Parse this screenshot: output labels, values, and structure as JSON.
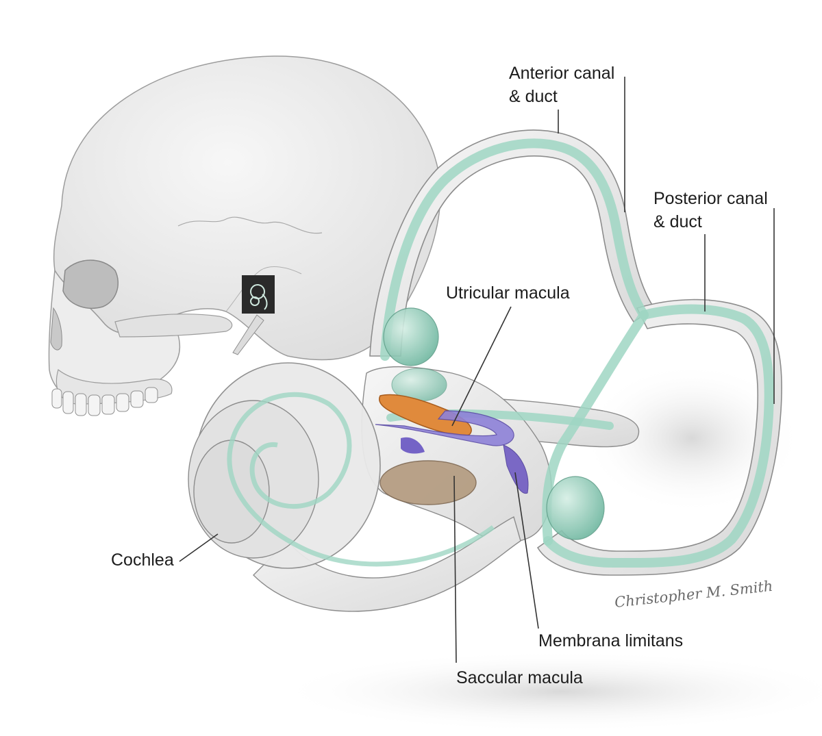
{
  "labels": {
    "anterior_line1": "Anterior canal",
    "anterior_line2": "& duct",
    "posterior_line1": "Posterior canal",
    "posterior_line2": "& duct",
    "utricular": "Utricular macula",
    "cochlea": "Cochlea",
    "membrana": "Membrana limitans",
    "saccular": "Saccular macula"
  },
  "signature": "Christopher M. Smith",
  "colors": {
    "background": "#ffffff",
    "bone": "#ececec",
    "bone_outline": "#9c9c9c",
    "duct": "#9fd6c3",
    "utricular_macula": "#e08a3c",
    "membrana_limitans": "#6f5bc2",
    "saccular_macula": "#b39a7e",
    "leader_line": "#333333"
  }
}
